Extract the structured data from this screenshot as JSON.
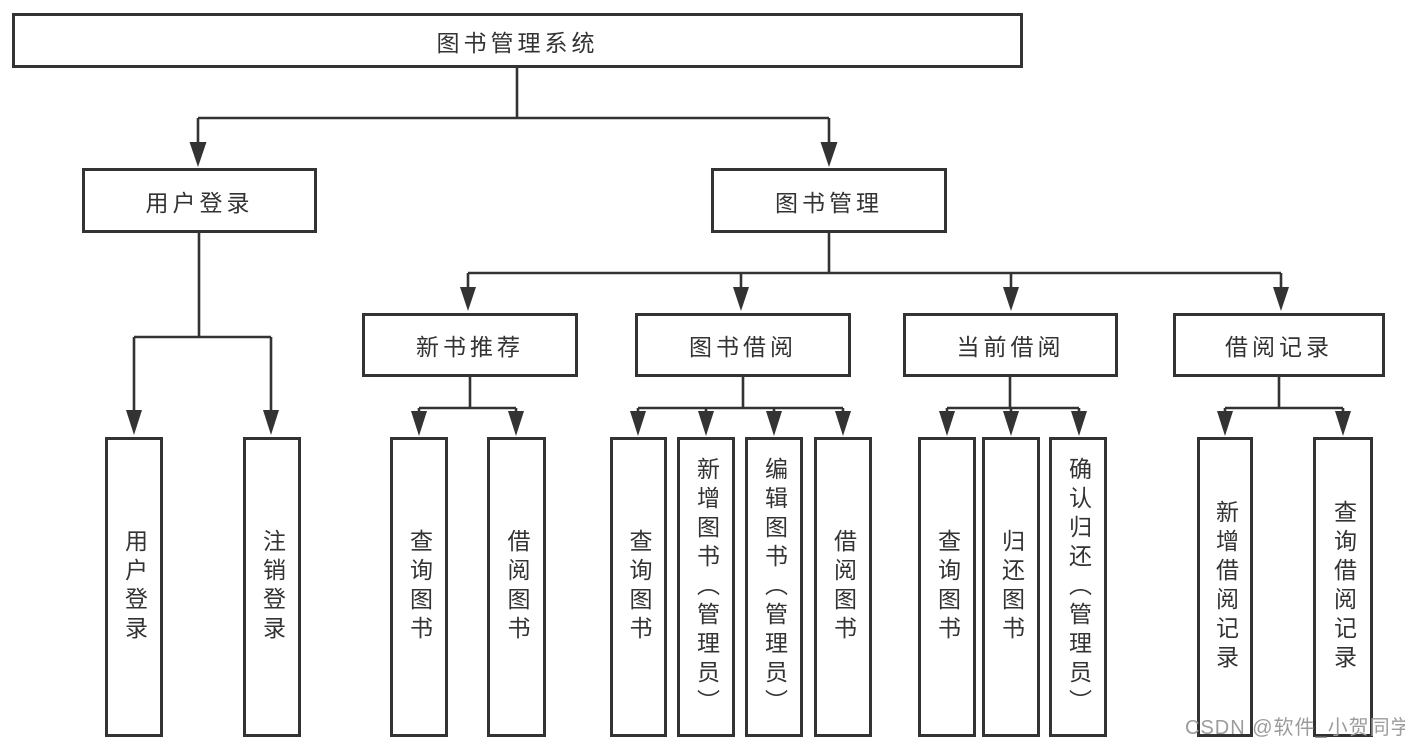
{
  "title": "图书管理系统",
  "tree": {
    "root": {
      "label": "图书管理系统"
    },
    "branches": [
      {
        "label": "用户登录",
        "children": [
          {
            "label": "用户登录"
          },
          {
            "label": "注销登录"
          }
        ]
      },
      {
        "label": "图书管理",
        "children": [
          {
            "label": "新书推荐",
            "children": [
              {
                "label": "查询图书"
              },
              {
                "label": "借阅图书"
              }
            ]
          },
          {
            "label": "图书借阅",
            "children": [
              {
                "label": "查询图书"
              },
              {
                "label": "新增图书（管理员）"
              },
              {
                "label": "编辑图书（管理员）"
              },
              {
                "label": "借阅图书"
              }
            ]
          },
          {
            "label": "当前借阅",
            "children": [
              {
                "label": "查询图书"
              },
              {
                "label": "归还图书"
              },
              {
                "label": "确认归还（管理员）"
              }
            ]
          },
          {
            "label": "借阅记录",
            "children": [
              {
                "label": "新增借阅记录"
              },
              {
                "label": "查询借阅记录"
              }
            ]
          }
        ]
      }
    ]
  },
  "watermark": {
    "text": "CSDN @软件_小贺同学"
  },
  "colors": {
    "line": "#333333",
    "text": "#333333",
    "background": "#ffffff",
    "watermark": "#9c9c9c"
  }
}
